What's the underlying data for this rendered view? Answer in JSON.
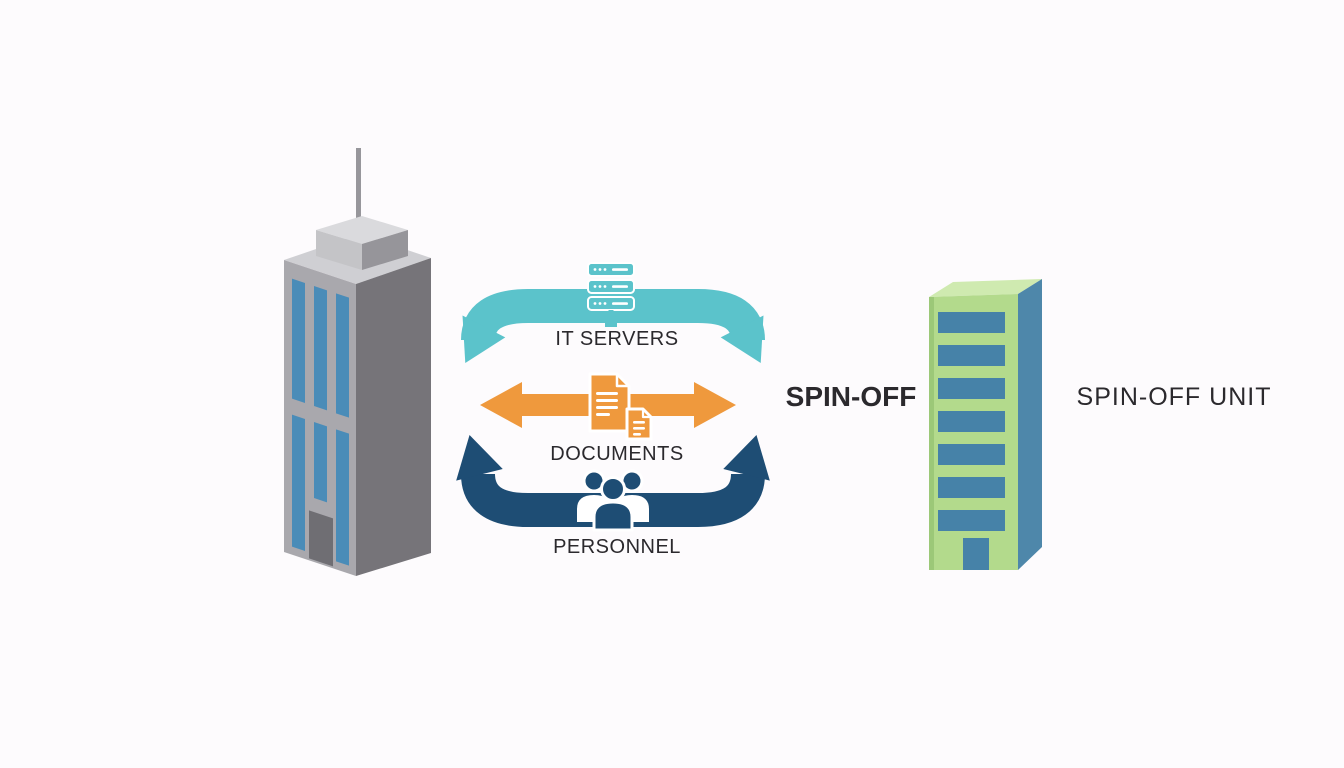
{
  "title": "Spin-off transfer diagram",
  "background": "#fdfbfd",
  "flows": [
    {
      "label": "IT SERVERS",
      "icon": "server-stack-icon",
      "arrow_shape": "arch-arrow-down-both-ends",
      "arrow_color": "#5bc3cb"
    },
    {
      "label": "DOCUMENTS",
      "icon": "documents-icon",
      "arrow_shape": "horizontal-double-arrow",
      "arrow_color": "#ef993d"
    },
    {
      "label": "PERSONNEL",
      "icon": "people-icon",
      "arrow_shape": "arch-arrow-up-both-ends",
      "arrow_color": "#1e4d74"
    }
  ],
  "spin_off": {
    "label": "SPIN-OFF"
  },
  "spin_off_unit": {
    "label": "SPIN-OFF UNIT"
  },
  "buildings": {
    "parent": {
      "description": "gray isometric skyscraper with antenna",
      "front_color": "#a9a8ad",
      "side_color": "#767479",
      "top_color": "#cfcfd3",
      "penthouse_front_color": "#c4c4c7",
      "penthouse_side_color": "#96959a",
      "penthouse_top_color": "#dadadd",
      "antenna_color": "#97969b",
      "window_color": "#4a8cb8",
      "door_color": "#6f6e73"
    },
    "spin_off_unit": {
      "description": "green isometric tower",
      "front_color": "#b3da8c",
      "side_color": "#4e87aa",
      "roof_color": "#cfeab0",
      "edge_color": "#9cc878",
      "window_color": "#4682a8",
      "door_color": "#4682a8"
    }
  },
  "text_color": "#2b292d"
}
